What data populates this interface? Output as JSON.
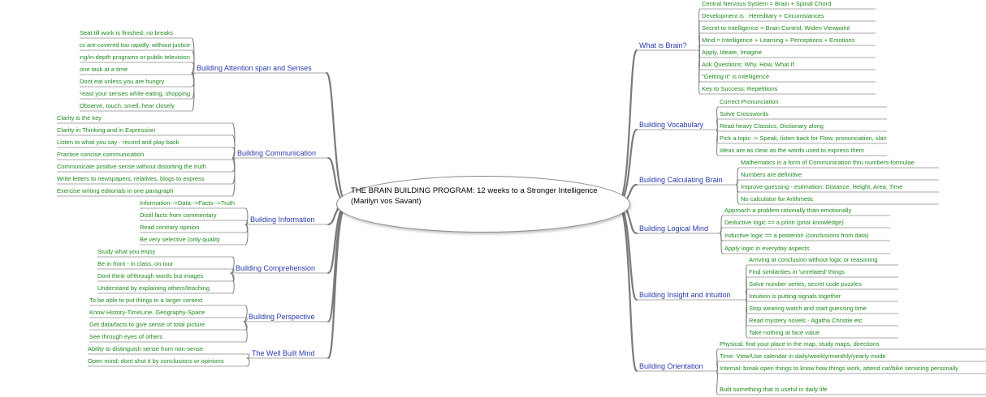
{
  "central": {
    "title": "THE BRAIN BUILDING PROGRAM: 12 weeks to a Stronger Intelligence (Marilyn vos Savant)"
  },
  "colors": {
    "branch_text": "#2a3aa8",
    "leaf_text": "#1f8a1f",
    "connector": "#7a7a7a",
    "underline": "#aaaaaa"
  },
  "left_branches": [
    {
      "label": "Building Attention span and Senses",
      "items": [
        "Seat till work is finished, no breaks",
        "No TV, as many topics are covered too rapidly, without justice",
        "May watch long/in-depth programs or public television",
        "one task at a time",
        "Dont eat unless you are hungry",
        "Feast your senses while eating, shopping",
        "Observe, touch, smell, hear closely"
      ]
    },
    {
      "label": "Building Communication",
      "items": [
        "Clarity is the key",
        "Clarity in Thinking and in Expression",
        "Listen to what you say - record and play back",
        "Practice concise communication",
        "Communicate positive sense without distorting the truth",
        "Write letters to newspapers, relatives, blogs to express",
        "Exercise writing editorials in one paragraph"
      ]
    },
    {
      "label": "Building Information",
      "items": [
        "Information-->Data-->Facts-->Truth",
        "Distil facts from commentary",
        "Read contrary opinion",
        "Be very selective (only quality"
      ]
    },
    {
      "label": "Building Comprehension",
      "items": [
        "Study what you enjoy",
        "Be in front - in class, on tour",
        "Dont think of/through words but images",
        "Understand by explaining others/teaching"
      ]
    },
    {
      "label": "Building Perspective",
      "items": [
        "To be able to put things in a larger context",
        "Know History-TimeLine, Geography-Space",
        "Get data/facts to give sense of total picture",
        "See through eyes of others"
      ]
    },
    {
      "label": "The Well Built Mind",
      "items": [
        "Ability to distinguish sense from non-sense",
        "Open mind; dont shut it by conclusions or opinions"
      ]
    }
  ],
  "right_branches": [
    {
      "label": "What is Brain?",
      "items": [
        "Central Nervous System = Brain + Spinal Chord",
        "Development is : Hereditary + Circumstances",
        "Secret to Intelligence = Brain Control, Widen Viewpoint",
        "Mind = Intelligence + Learning + Perceptions + Emotions",
        "Apply, Ideate, Imagine",
        "Ask Questions: Why, How, What If",
        "\"Getting it\" is Intelligence",
        "Key to Success: Repetitions"
      ]
    },
    {
      "label": "Building Vocabulary",
      "items": [
        "Correct Pronunciation",
        "Solve Crosswords",
        "Read heavy Classics, Dictionary along",
        "Pick a topic -> Speak, listen back for Flow, pronunciation, slang",
        "Ideas are as clear as the words used to express them"
      ]
    },
    {
      "label": "Building Calculating Brain",
      "items": [
        "Mathematics is a form of Communication thru numbers-formulae",
        "Numbers are definitive",
        "Improve guessing - estimation: Distance, Height, Area, Time",
        "No calculator for Arithmetic"
      ]
    },
    {
      "label": "Building Logical Mind",
      "items": [
        "Approach a problem rationally than emotionally",
        "Deductive logic == a priori (prior knowledge)",
        "Inductive logic == a posteriori (conclusions from data)",
        "Apply logic in everyday aspects"
      ]
    },
    {
      "label": "Building Insight and Intuition",
      "items": [
        "Arriving at conclusion without logic or reasoning",
        "Find similarities in 'unrelated' things",
        "Solve number series, secret code puzzles",
        "Intuition is putting signals together",
        "Stop wearing watch and start guessing time",
        "Read mystery novels - Agatha Christie etc",
        "Take nothing at face value"
      ]
    },
    {
      "label": "Building Orientation",
      "items": [
        "Physical: find your place in the map, study maps, directions",
        "Time: View/Use calendar in daily/weekly/monthly/yearly mode",
        "Internal: break open things to know how things work, attend car/bike servicing personally",
        "Built something that is useful in daily life"
      ]
    }
  ]
}
